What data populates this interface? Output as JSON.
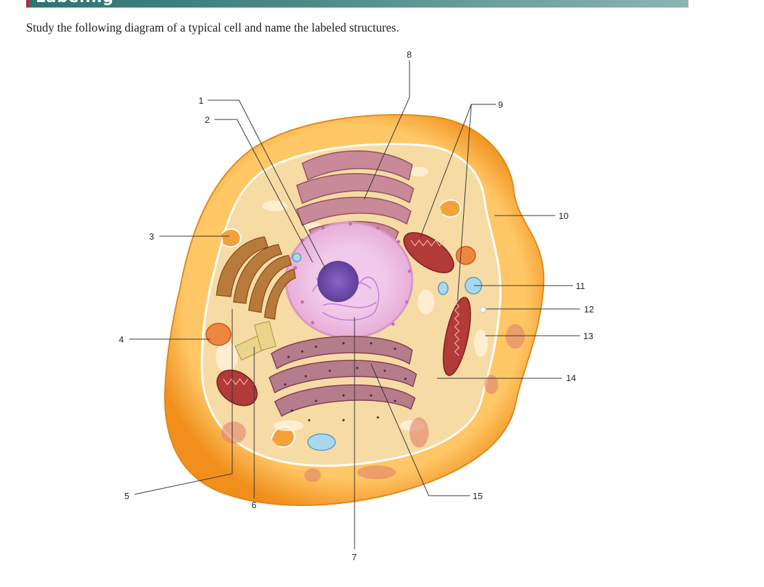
{
  "header": {
    "title": "Labeling"
  },
  "instruction": "Study the following diagram of a typical cell and name the labeled structures.",
  "labels": [
    "1",
    "2",
    "3",
    "4",
    "5",
    "6",
    "7",
    "8",
    "9",
    "10",
    "11",
    "12",
    "13",
    "14",
    "15"
  ],
  "colors": {
    "membrane_orange": "#f39a25",
    "cytoplasm": "#f6d59a",
    "nucleus_pink": "#efc2e6",
    "nucleolus_purple": "#7a55b4",
    "golgi_brown": "#a86a2c",
    "mitochondria_red": "#b23a38",
    "er_maroon": "#a26777",
    "lysosome_orange": "#e8843d",
    "vesicle_blue": "#9ed0ea"
  }
}
